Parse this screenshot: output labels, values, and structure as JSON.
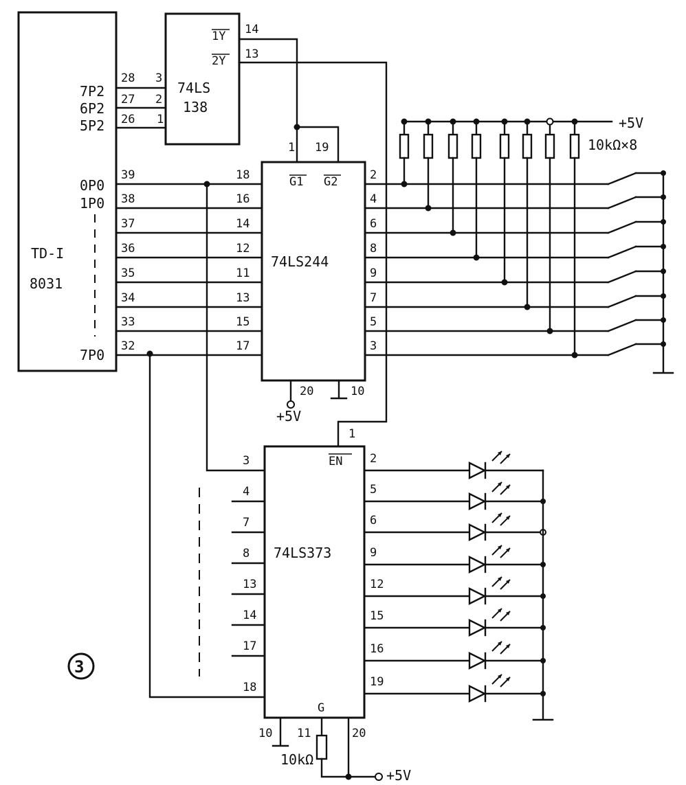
{
  "figure_number": "3",
  "cpu": {
    "name": "TD-I",
    "model": "8031",
    "port2_labels": [
      "7P2",
      "6P2",
      "5P2"
    ],
    "port2_pins": [
      "28",
      "27",
      "26"
    ],
    "port0_labels": [
      "0P0",
      "1P0",
      "7P0"
    ],
    "port0_pins": [
      "39",
      "38",
      "37",
      "36",
      "35",
      "34",
      "33",
      "32"
    ]
  },
  "decoder": {
    "name_line1": "74LS",
    "name_line2": "138",
    "input_pins": [
      "3",
      "2",
      "1"
    ],
    "output_labels": [
      "1Y",
      "2Y"
    ],
    "output_pins": [
      "14",
      "13"
    ]
  },
  "buffer": {
    "name": "74LS244",
    "enable_pins": [
      "1",
      "19"
    ],
    "enable_labels": [
      "G1",
      "G2"
    ],
    "input_pins": [
      "18",
      "16",
      "14",
      "12",
      "11",
      "13",
      "15",
      "17"
    ],
    "output_pins": [
      "2",
      "4",
      "6",
      "8",
      "9",
      "7",
      "5",
      "3"
    ],
    "power_pin": "20",
    "ground_pin": "10",
    "power_label": "+5V"
  },
  "pullups": {
    "supply": "+5V",
    "rating": "10kΩ×8"
  },
  "latch": {
    "name": "74LS373",
    "enable_pin": "1",
    "enable_label": "EN",
    "input_pins": [
      "3",
      "4",
      "7",
      "8",
      "13",
      "14",
      "17",
      "18"
    ],
    "output_pins": [
      "2",
      "5",
      "6",
      "9",
      "12",
      "15",
      "16",
      "19"
    ],
    "gate_label": "G",
    "ground_pin": "10",
    "gate_pin": "11",
    "power_pin": "20",
    "resistor": "10kΩ",
    "power_label": "+5V"
  }
}
